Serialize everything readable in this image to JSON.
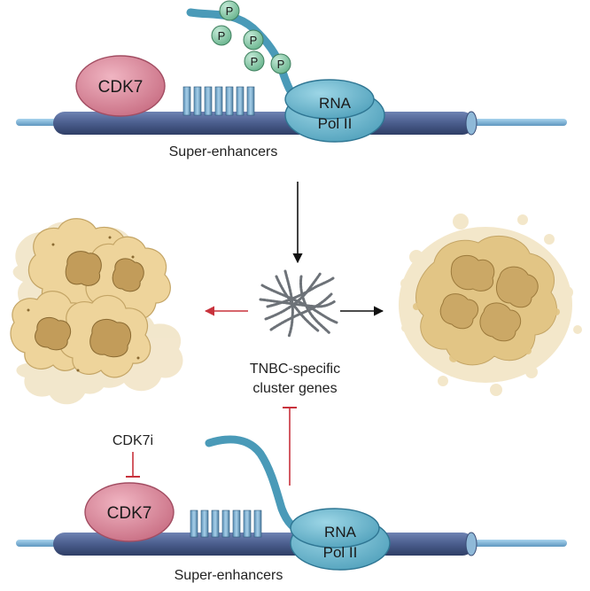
{
  "top": {
    "cdk7_label": "CDK7",
    "rnapol_line1": "RNA",
    "rnapol_line2": "Pol II",
    "phospho_label": "P",
    "super_enhancers_label": "Super-enhancers"
  },
  "center": {
    "genes_line1": "TNBC-specific",
    "genes_line2": "cluster genes"
  },
  "bottom": {
    "inhibitor_label": "CDK7i",
    "cdk7_label": "CDK7",
    "rnapol_line1": "RNA",
    "rnapol_line2": "Pol II",
    "super_enhancers_label": "Super-enhancers"
  },
  "colors": {
    "dna": "#4a5d8c",
    "dna_tail": "#7fb3d8",
    "cdk7": "#d98a9b",
    "rnapol": "#6fb9cf",
    "phospho": "#8fcdb0",
    "inhibit": "#c8323c",
    "arrow": "#111111",
    "cell": "#e8c98a",
    "nucleus": "#b8934a"
  }
}
